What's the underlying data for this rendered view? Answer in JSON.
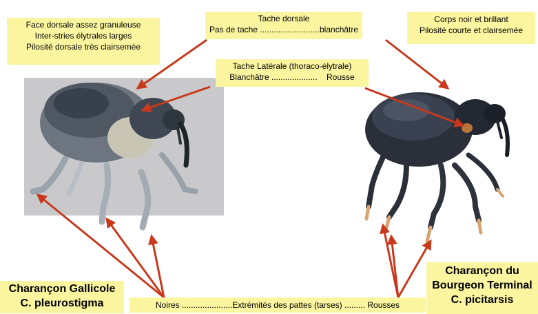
{
  "boxes": {
    "top_left": [
      "Face dorsale assez granuleuse",
      "Inter-stries élytrales larges",
      "Pilosité dorsale très clairsemée"
    ],
    "top_center": [
      "Tache dorsale",
      "Pas de tache ..........................blanchâtre"
    ],
    "top_right": [
      "Corps noir et brillant",
      "Pilosité courte et clairsemée"
    ],
    "middle": [
      "Tache Latérale (thoraco-élytrale)",
      "Blanchâtre ....................    Rousse"
    ],
    "bottom": "Noires ......................Extrémités des pattes (tarses) ......... Rousses"
  },
  "species": {
    "left": [
      "Charançon Gallicole",
      "C. pleurostigma"
    ],
    "right": [
      "Charançon du",
      "Bourgeon Terminal",
      "C. picitarsis"
    ]
  },
  "colors": {
    "label_bg": "#fbf5a0",
    "arrow": "#c8391c"
  }
}
